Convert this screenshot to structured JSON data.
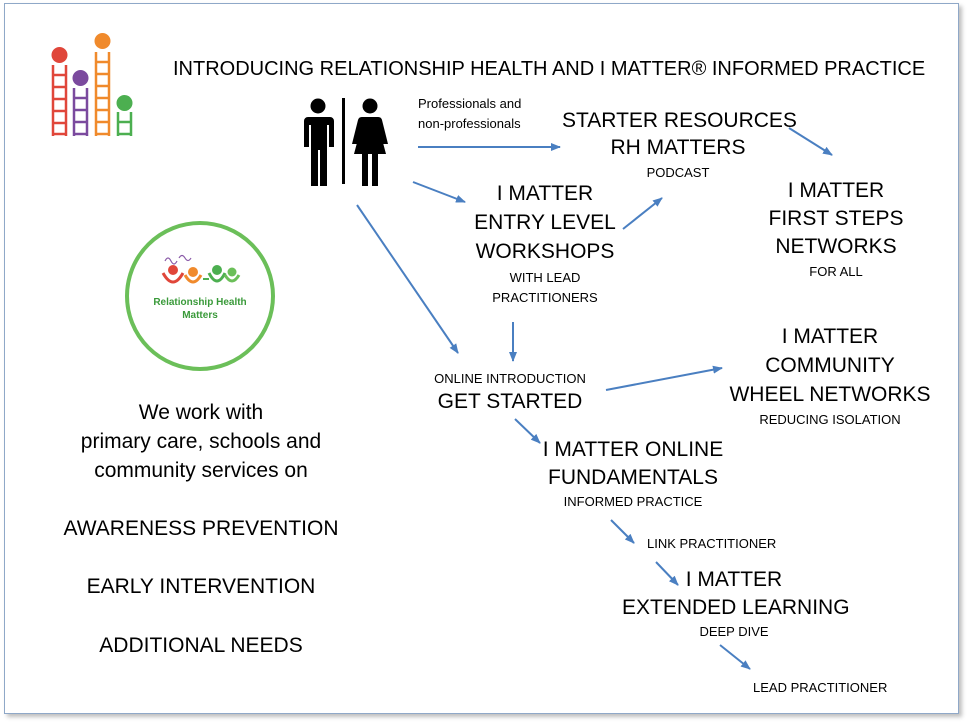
{
  "title": "INTRODUCING RELATIONSHIP HEALTH AND I MATTER® INFORMED PRACTICE",
  "audience": {
    "line1": "Professionals and",
    "line2": "non-professionals"
  },
  "starter": {
    "line1": "STARTER RESOURCES",
    "line2": "RH MATTERS",
    "sub": "PODCAST"
  },
  "first_steps": {
    "line1": "I MATTER",
    "line2": "FIRST STEPS",
    "line3": "NETWORKS",
    "sub": "FOR ALL"
  },
  "entry": {
    "line1": "I MATTER",
    "line2": "ENTRY LEVEL",
    "line3": "WORKSHOPS",
    "sub1": "WITH LEAD",
    "sub2": "PRACTITIONERS"
  },
  "community": {
    "line1": "I MATTER",
    "line2": "COMMUNITY",
    "line3": "WHEEL NETWORKS",
    "sub": "REDUCING ISOLATION"
  },
  "get_started": {
    "pre": "ONLINE INTRODUCTION",
    "main": "GET STARTED"
  },
  "fundamentals": {
    "line1": "I MATTER ONLINE",
    "line2": "FUNDAMENTALS",
    "sub": "INFORMED PRACTICE"
  },
  "link_practitioner": "LINK PRACTITIONER",
  "extended": {
    "line1": "I MATTER",
    "line2": "EXTENDED LEARNING",
    "sub": "DEEP DIVE"
  },
  "lead_practitioner": "LEAD PRACTITIONER",
  "badge": {
    "line1": "Relationship Health",
    "line2": "Matters"
  },
  "left_text": {
    "line1": "We work with",
    "line2": "primary care, schools and",
    "line3": "community services on",
    "item1": "AWARENESS PREVENTION",
    "item2": "EARLY INTERVENTION",
    "item3": "ADDITIONAL NEEDS"
  },
  "colors": {
    "arrow": "#4a7fc1",
    "badge_green": "#6bbf59",
    "frame": "#8fa8c8"
  }
}
